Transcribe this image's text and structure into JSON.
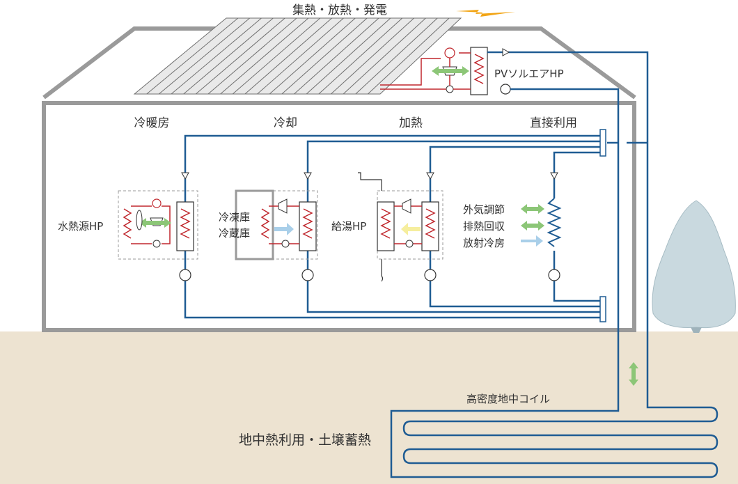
{
  "labels": {
    "top": "集熱・放熱・発電",
    "pv_hp": "PVソルエアHP",
    "heating_cooling": "冷暖房",
    "cooling": "冷却",
    "heating": "加熱",
    "direct_use": "直接利用",
    "water_source_hp": "水熱源HP",
    "freezer": "冷凍庫",
    "refrigerator": "冷蔵庫",
    "hot_water_hp": "給湯HP",
    "outdoor_air": "外気調節",
    "exhaust_heat": "排熱回収",
    "radiant_cooling": "放射冷房",
    "ground_coil": "高密度地中コイル",
    "ground_storage": "地中熱利用・土壌蓄熱"
  },
  "colors": {
    "house": "#9a9a9a",
    "ground": "#ede3d1",
    "pipe_blue": "#1f5c93",
    "refrigerant_red": "#c0272d",
    "arrow_green": "#8cc677",
    "arrow_blue": "#a9cfe9",
    "arrow_yellow": "#f6ee9e",
    "lightning": "#f2a516",
    "tree": "#bcd0d8"
  }
}
